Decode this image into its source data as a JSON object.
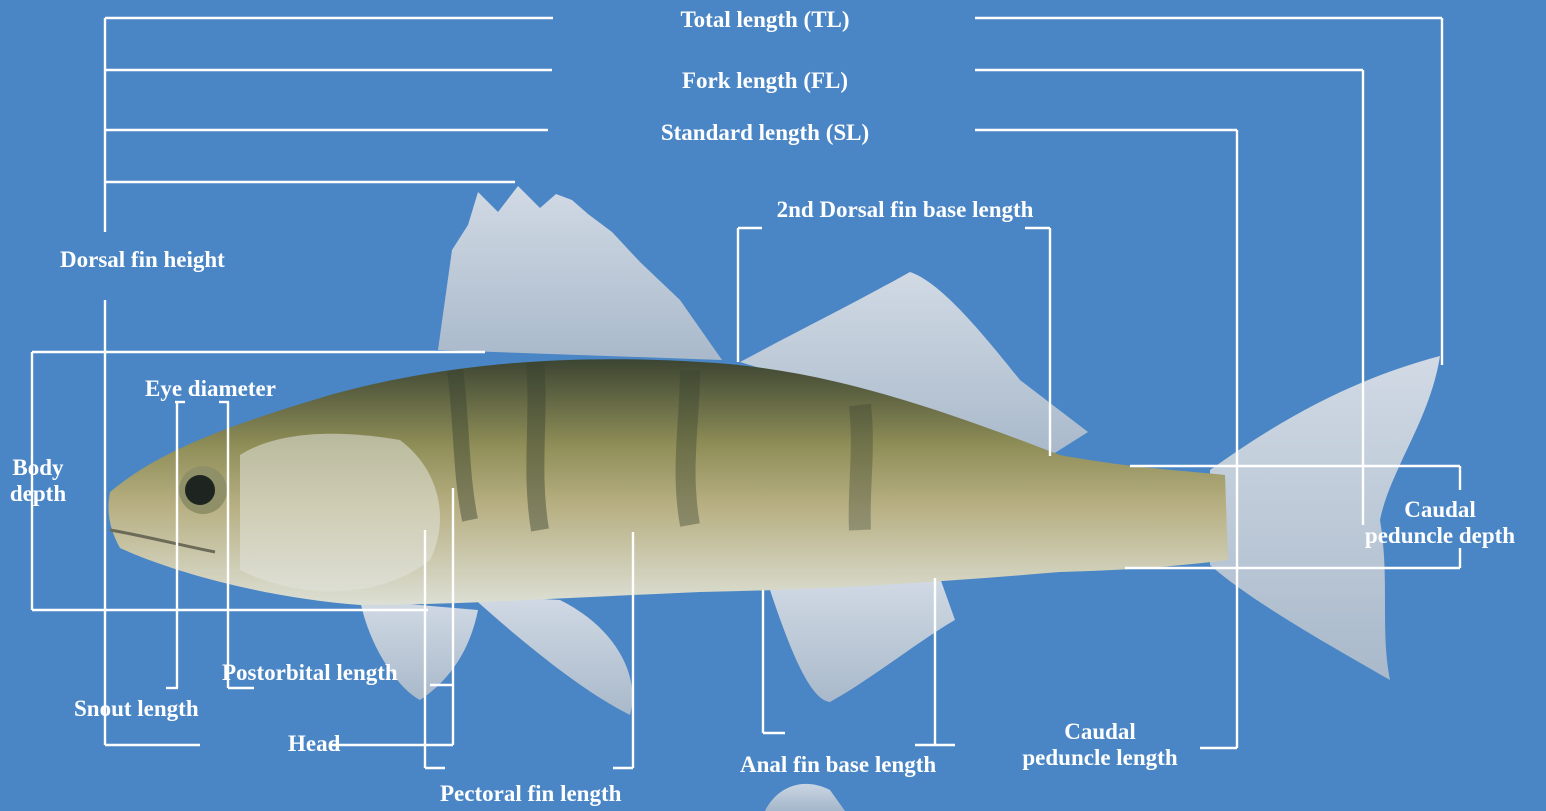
{
  "colors": {
    "background": "#4a86c5",
    "label": "#ffffff",
    "bracket": "#ffffff",
    "fish_body": "#b7ad7c",
    "fish_belly": "#d9dccf",
    "fish_back": "#3f4a36",
    "fins": "#c9d3df"
  },
  "labels": {
    "total_length": "Total length (TL)",
    "fork_length": "Fork length (FL)",
    "standard_length": "Standard length (SL)",
    "dorsal_fin_height": "Dorsal fin height",
    "second_dorsal_base": "2nd Dorsal fin base length",
    "eye_diameter": "Eye diameter",
    "body_depth": "Body\ndepth",
    "caudal_peduncle_depth": "Caudal\npeduncle depth",
    "postorbital_length": "Postorbital length",
    "snout_length": "Snout length",
    "head": "Head",
    "anal_fin_base": "Anal fin base length",
    "caudal_peduncle_length": "Caudal\npeduncle length",
    "pectoral_fin_length": "Pectoral fin length"
  }
}
